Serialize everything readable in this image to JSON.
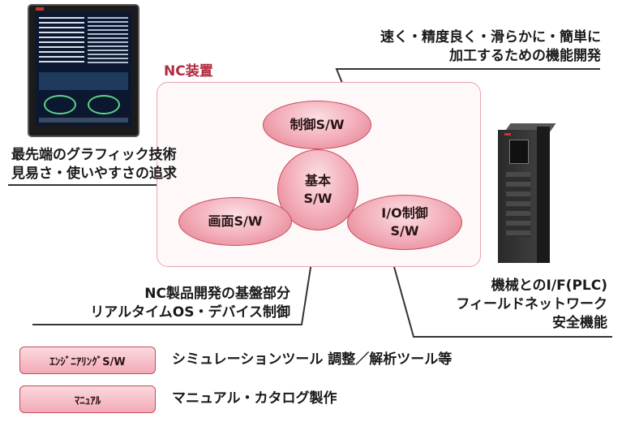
{
  "nc_title": "NC装置",
  "ellipses": {
    "control": "制御S/W",
    "basic_line1": "基本",
    "basic_line2": "S/W",
    "screen": "画面S/W",
    "io_line1": "I/O制御",
    "io_line2": "S/W"
  },
  "callouts": {
    "top_right_1": "速く・精度良く・滑らかに・簡単に",
    "top_right_2": "加工するための機能開発",
    "left_1": "最先端のグラフィック技術",
    "left_2": "見易さ・使いやすさの追求",
    "bottom_left_1": "NC製品開発の基盤部分",
    "bottom_left_2": "リアルタイムOS・デバイス制御",
    "bottom_right_1": "機械とのI/F(PLC)",
    "bottom_right_2": "フィールドネットワーク",
    "bottom_right_3": "安全機能"
  },
  "legend": [
    {
      "pill": "ｴﾝｼﾞﾆｱﾘﾝｸﾞS/W",
      "text": "シミュレーションツール  調整／解析ツール等"
    },
    {
      "pill": "ﾏﾆｭｱﾙ",
      "text": "マニュアル・カタログ製作"
    }
  ]
}
